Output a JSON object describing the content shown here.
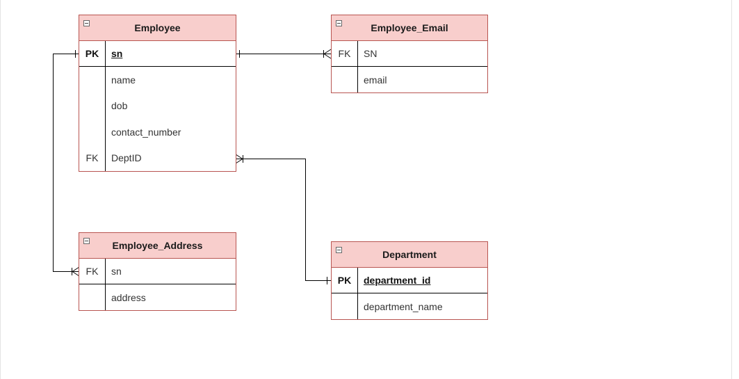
{
  "entities": {
    "employee": {
      "title": "Employee",
      "key_row": {
        "key": "PK",
        "name": "sn"
      },
      "rows": [
        {
          "key": "",
          "name": "name"
        },
        {
          "key": "",
          "name": "dob"
        },
        {
          "key": "",
          "name": "contact_number"
        },
        {
          "key": "FK",
          "name": "DeptID"
        }
      ]
    },
    "employee_email": {
      "title": "Employee_Email",
      "key_row": {
        "key": "FK",
        "name": "SN"
      },
      "rows": [
        {
          "key": "",
          "name": "email"
        }
      ]
    },
    "employee_address": {
      "title": "Employee_Address",
      "key_row": {
        "key": "FK",
        "name": "sn"
      },
      "rows": [
        {
          "key": "",
          "name": "address"
        }
      ]
    },
    "department": {
      "title": "Department",
      "key_row": {
        "key": "PK",
        "name": "department_id"
      },
      "rows": [
        {
          "key": "",
          "name": "department_name"
        }
      ]
    }
  },
  "relationships": [
    {
      "from": "Employee.sn",
      "to": "Employee_Email.SN",
      "from_end": "one",
      "to_end": "many"
    },
    {
      "from": "Employee.sn",
      "to": "Employee_Address.sn",
      "from_end": "one",
      "to_end": "many"
    },
    {
      "from": "Department.department_id",
      "to": "Employee.DeptID",
      "from_end": "one",
      "to_end": "many"
    }
  ],
  "colors": {
    "header_fill": "#f8cecc",
    "entity_border": "#b85450",
    "connector": "#000000"
  }
}
